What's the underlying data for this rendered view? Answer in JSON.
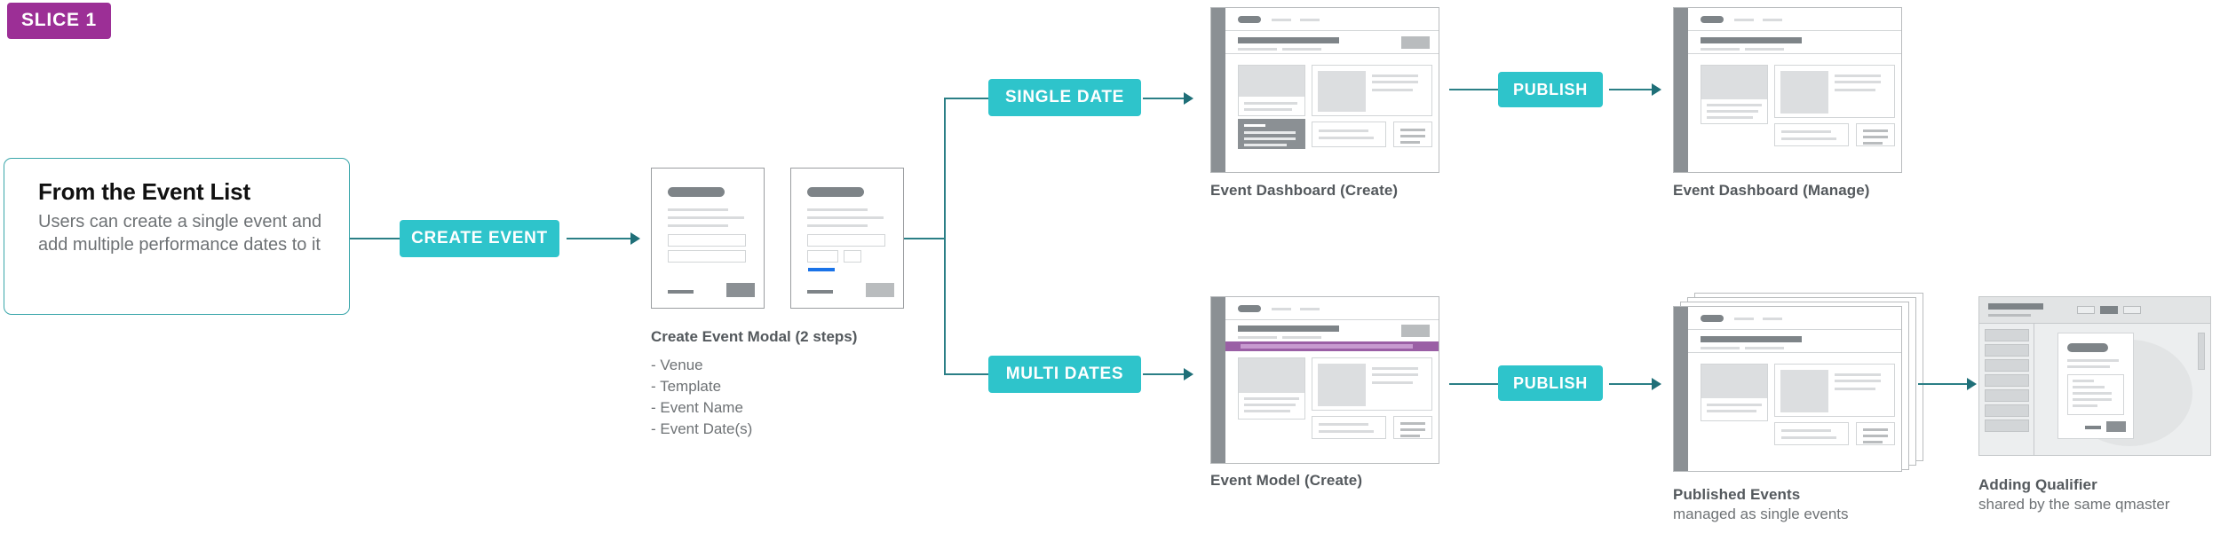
{
  "slice": {
    "label": "SLICE 1",
    "color": "#9c2f96"
  },
  "theme": {
    "accent": "#2ec4cb",
    "line": "#2b7f86",
    "purple": "#9a5fa5",
    "blue": "#1a73e8"
  },
  "entry_card": {
    "title": "From the Event List",
    "description": "Users can create a single event and add multiple performance dates to it"
  },
  "actions": {
    "create_event": "CREATE EVENT",
    "single_date": "SINGLE DATE",
    "multi_dates": "MULTI DATES",
    "publish_top": "PUBLISH",
    "publish_bottom": "PUBLISH"
  },
  "modal_group": {
    "caption": "Create Event Modal (2 steps)",
    "fields": [
      "- Venue",
      "- Template",
      "- Event Name",
      "- Event Date(s)"
    ]
  },
  "screens": {
    "event_dashboard_create": {
      "title": "Event Dashboard (Create)",
      "subtitle": ""
    },
    "event_dashboard_manage": {
      "title": "Event Dashboard (Manage)",
      "subtitle": ""
    },
    "event_model_create": {
      "title": "Event Model (Create)",
      "subtitle": ""
    },
    "published_events": {
      "title": "Published Events",
      "subtitle": "managed as single events"
    },
    "adding_qualifier": {
      "title": "Adding Qualifier",
      "subtitle": "shared by the same qmaster"
    }
  }
}
